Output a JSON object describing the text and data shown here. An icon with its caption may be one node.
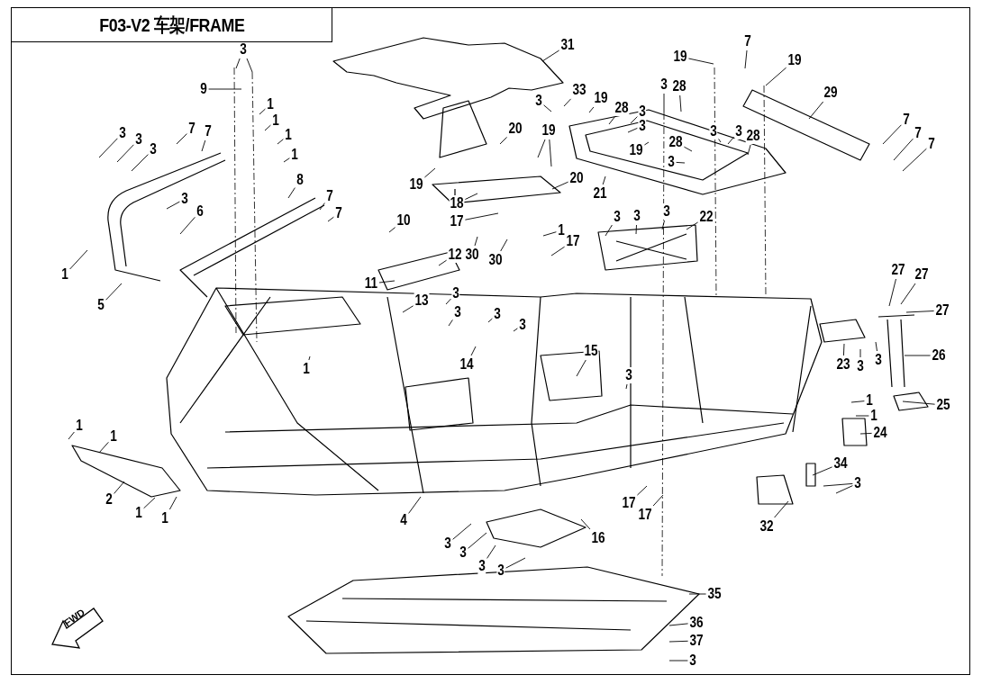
{
  "diagram": {
    "title": "F03-V2 车架/FRAME",
    "nodes": [
      {
        "text": [
          "3"
        ]
      },
      {
        "text": [
          "9"
        ]
      },
      {
        "text": [
          "31"
        ]
      },
      {
        "text": [
          "7"
        ]
      },
      {
        "text": [
          "19"
        ]
      },
      {
        "text": [
          "19"
        ]
      },
      {
        "text": [
          "7"
        ]
      },
      {
        "text": [
          "7"
        ]
      },
      {
        "text": [
          "3"
        ]
      },
      {
        "text": [
          "3"
        ]
      },
      {
        "text": [
          "3"
        ]
      },
      {
        "text": [
          "1"
        ]
      },
      {
        "text": [
          "1"
        ]
      },
      {
        "text": [
          "1"
        ]
      },
      {
        "text": [
          "1"
        ]
      },
      {
        "text": [
          "33"
        ]
      },
      {
        "text": [
          "3"
        ]
      },
      {
        "text": [
          "19"
        ]
      },
      {
        "text": [
          "3"
        ]
      },
      {
        "text": [
          "28"
        ]
      },
      {
        "text": [
          "28"
        ]
      },
      {
        "text": [
          "3"
        ]
      },
      {
        "text": [
          "3"
        ]
      },
      {
        "text": [
          "29"
        ]
      },
      {
        "text": [
          "3"
        ]
      },
      {
        "text": [
          "3"
        ]
      },
      {
        "text": [
          "28"
        ]
      },
      {
        "text": [
          "28"
        ]
      },
      {
        "text": [
          "3"
        ]
      },
      {
        "text": [
          "19"
        ]
      },
      {
        "text": [
          "7"
        ]
      },
      {
        "text": [
          "7"
        ]
      },
      {
        "text": [
          "7"
        ]
      },
      {
        "text": [
          "20"
        ]
      },
      {
        "text": [
          "19"
        ]
      },
      {
        "text": [
          "8"
        ]
      },
      {
        "text": [
          "3"
        ]
      },
      {
        "text": [
          "6"
        ]
      },
      {
        "text": [
          "7"
        ]
      },
      {
        "text": [
          "7"
        ]
      },
      {
        "text": [
          "19"
        ]
      },
      {
        "text": [
          "20"
        ]
      },
      {
        "text": [
          "18"
        ]
      },
      {
        "text": [
          "21"
        ]
      },
      {
        "text": [
          "17"
        ]
      },
      {
        "text": [
          "3"
        ]
      },
      {
        "text": [
          "3"
        ]
      },
      {
        "text": [
          "3"
        ]
      },
      {
        "text": [
          "22"
        ]
      },
      {
        "text": [
          "10"
        ]
      },
      {
        "text": [
          "1"
        ]
      },
      {
        "text": [
          "17"
        ]
      },
      {
        "text": [
          "30"
        ]
      },
      {
        "text": [
          "30"
        ]
      },
      {
        "text": [
          "12"
        ]
      },
      {
        "text": [
          "1"
        ]
      },
      {
        "text": [
          "11"
        ]
      },
      {
        "text": [
          "5"
        ]
      },
      {
        "text": [
          "13"
        ]
      },
      {
        "text": [
          "3"
        ]
      },
      {
        "text": [
          "3"
        ]
      },
      {
        "text": [
          "3"
        ]
      },
      {
        "text": [
          "3"
        ]
      },
      {
        "text": [
          "27"
        ]
      },
      {
        "text": [
          "27"
        ]
      },
      {
        "text": [
          "27"
        ]
      },
      {
        "text": [
          "15"
        ]
      },
      {
        "text": [
          "26"
        ]
      },
      {
        "text": [
          "23"
        ]
      },
      {
        "text": [
          "3"
        ]
      },
      {
        "text": [
          "3"
        ]
      },
      {
        "text": [
          "14"
        ]
      },
      {
        "text": [
          "1"
        ]
      },
      {
        "text": [
          "3"
        ]
      },
      {
        "text": [
          "1"
        ]
      },
      {
        "text": [
          "25"
        ]
      },
      {
        "text": [
          "1"
        ]
      },
      {
        "text": [
          "1"
        ]
      },
      {
        "text": [
          "1"
        ]
      },
      {
        "text": [
          "24"
        ]
      },
      {
        "text": [
          "34"
        ]
      },
      {
        "text": [
          "3"
        ]
      },
      {
        "text": [
          "2"
        ]
      },
      {
        "text": [
          "17"
        ]
      },
      {
        "text": [
          "1"
        ]
      },
      {
        "text": [
          "17"
        ]
      },
      {
        "text": [
          "1"
        ]
      },
      {
        "text": [
          "4"
        ]
      },
      {
        "text": [
          "32"
        ]
      },
      {
        "text": [
          "16"
        ]
      },
      {
        "text": [
          "3"
        ]
      },
      {
        "text": [
          "3"
        ]
      },
      {
        "text": [
          "3"
        ]
      },
      {
        "text": [
          "3"
        ]
      },
      {
        "text": [
          "35"
        ]
      },
      {
        "text": [
          "36"
        ]
      },
      {
        "text": [
          "37"
        ]
      },
      {
        "text": [
          "3"
        ]
      }
    ],
    "edges": [
      {
        "from": 0,
        "to": null,
        "arrow": "none"
      },
      {
        "from": 0,
        "to": null,
        "arrow": "none"
      },
      {
        "from": 1,
        "to": null,
        "arrow": "none"
      },
      {
        "from": 2,
        "to": null,
        "arrow": "none"
      },
      {
        "from": 3,
        "to": null,
        "arrow": "none"
      },
      {
        "from": 4,
        "to": null,
        "arrow": "none"
      },
      {
        "from": 5,
        "to": null,
        "arrow": "none"
      },
      {
        "from": 6,
        "to": null,
        "arrow": "none"
      },
      {
        "from": 7,
        "to": null,
        "arrow": "none"
      },
      {
        "from": 8,
        "to": null,
        "arrow": "none"
      },
      {
        "from": 9,
        "to": null,
        "arrow": "none"
      },
      {
        "from": 10,
        "to": null,
        "arrow": "none"
      },
      {
        "from": 11,
        "to": null,
        "arrow": "none"
      },
      {
        "from": 12,
        "to": null,
        "arrow": "none"
      },
      {
        "from": 13,
        "to": null,
        "arrow": "none"
      },
      {
        "from": 14,
        "to": null,
        "arrow": "none"
      },
      {
        "from": 15,
        "to": null,
        "arrow": "none"
      },
      {
        "from": 16,
        "to": null,
        "arrow": "none"
      },
      {
        "from": 17,
        "to": null,
        "arrow": "none"
      },
      {
        "from": 18,
        "to": null,
        "arrow": "none"
      },
      {
        "from": 19,
        "to": null,
        "arrow": "none"
      },
      {
        "from": 20,
        "to": null,
        "arrow": "none"
      },
      {
        "from": 21,
        "to": null,
        "arrow": "none"
      },
      {
        "from": 22,
        "to": null,
        "arrow": "none"
      },
      {
        "from": 23,
        "to": null,
        "arrow": "none"
      },
      {
        "from": 24,
        "to": null,
        "arrow": "none"
      },
      {
        "from": 25,
        "to": null,
        "arrow": "none"
      },
      {
        "from": 26,
        "to": null,
        "arrow": "none"
      },
      {
        "from": 27,
        "to": null,
        "arrow": "none"
      },
      {
        "from": 28,
        "to": null,
        "arrow": "none"
      },
      {
        "from": 29,
        "to": null,
        "arrow": "none"
      },
      {
        "from": 30,
        "to": null,
        "arrow": "none"
      },
      {
        "from": 31,
        "to": null,
        "arrow": "none"
      },
      {
        "from": 32,
        "to": null,
        "arrow": "none"
      },
      {
        "from": 33,
        "to": null,
        "arrow": "none"
      },
      {
        "from": 34,
        "to": null,
        "arrow": "none"
      },
      {
        "from": 34,
        "to": null,
        "arrow": "none"
      },
      {
        "from": 35,
        "to": null,
        "arrow": "none"
      },
      {
        "from": 36,
        "to": null,
        "arrow": "none"
      },
      {
        "from": 37,
        "to": null,
        "arrow": "none"
      },
      {
        "from": 38,
        "to": null,
        "arrow": "none"
      },
      {
        "from": 39,
        "to": null,
        "arrow": "none"
      },
      {
        "from": 40,
        "to": null,
        "arrow": "none"
      },
      {
        "from": 41,
        "to": null,
        "arrow": "none"
      },
      {
        "from": 42,
        "to": null,
        "arrow": "none"
      },
      {
        "from": 43,
        "to": null,
        "arrow": "none"
      },
      {
        "from": 44,
        "to": null,
        "arrow": "none"
      },
      {
        "from": 45,
        "to": null,
        "arrow": "none"
      },
      {
        "from": 46,
        "to": null,
        "arrow": "none"
      },
      {
        "from": 47,
        "to": null,
        "arrow": "none"
      },
      {
        "from": 48,
        "to": null,
        "arrow": "none"
      },
      {
        "from": 49,
        "to": null,
        "arrow": "none"
      },
      {
        "from": 50,
        "to": null,
        "arrow": "none"
      },
      {
        "from": 51,
        "to": null,
        "arrow": "none"
      },
      {
        "from": 52,
        "to": null,
        "arrow": "none"
      },
      {
        "from": 53,
        "to": null,
        "arrow": "none"
      },
      {
        "from": 54,
        "to": null,
        "arrow": "none"
      },
      {
        "from": 55,
        "to": null,
        "arrow": "none"
      },
      {
        "from": 56,
        "to": null,
        "arrow": "none"
      },
      {
        "from": 57,
        "to": null,
        "arrow": "none"
      },
      {
        "from": 58,
        "to": null,
        "arrow": "none"
      },
      {
        "from": 59,
        "to": null,
        "arrow": "none"
      },
      {
        "from": 60,
        "to": null,
        "arrow": "none"
      },
      {
        "from": 61,
        "to": null,
        "arrow": "none"
      },
      {
        "from": 62,
        "to": null,
        "arrow": "none"
      },
      {
        "from": 63,
        "to": null,
        "arrow": "none"
      },
      {
        "from": 64,
        "to": null,
        "arrow": "none"
      },
      {
        "from": 65,
        "to": null,
        "arrow": "none"
      },
      {
        "from": 66,
        "to": null,
        "arrow": "none"
      },
      {
        "from": 67,
        "to": null,
        "arrow": "none"
      },
      {
        "from": 68,
        "to": null,
        "arrow": "none"
      },
      {
        "from": 69,
        "to": null,
        "arrow": "none"
      },
      {
        "from": 70,
        "to": null,
        "arrow": "none"
      },
      {
        "from": 71,
        "to": null,
        "arrow": "none"
      },
      {
        "from": 72,
        "to": null,
        "arrow": "none"
      },
      {
        "from": 73,
        "to": null,
        "arrow": "none"
      },
      {
        "from": 74,
        "to": null,
        "arrow": "none"
      },
      {
        "from": 75,
        "to": null,
        "arrow": "none"
      },
      {
        "from": 76,
        "to": null,
        "arrow": "none"
      },
      {
        "from": 77,
        "to": null,
        "arrow": "none"
      },
      {
        "from": 78,
        "to": null,
        "arrow": "none"
      },
      {
        "from": 79,
        "to": null,
        "arrow": "none"
      },
      {
        "from": 80,
        "to": null,
        "arrow": "none"
      },
      {
        "from": 81,
        "to": null,
        "arrow": "none"
      },
      {
        "from": 81,
        "to": null,
        "arrow": "none"
      },
      {
        "from": 82,
        "to": null,
        "arrow": "none"
      },
      {
        "from": 83,
        "to": null,
        "arrow": "none"
      },
      {
        "from": 84,
        "to": null,
        "arrow": "none"
      },
      {
        "from": 85,
        "to": null,
        "arrow": "none"
      },
      {
        "from": 86,
        "to": null,
        "arrow": "none"
      },
      {
        "from": 87,
        "to": null,
        "arrow": "none"
      },
      {
        "from": 88,
        "to": null,
        "arrow": "none"
      },
      {
        "from": 89,
        "to": null,
        "arrow": "none"
      },
      {
        "from": 90,
        "to": null,
        "arrow": "none"
      },
      {
        "from": 91,
        "to": null,
        "arrow": "none"
      },
      {
        "from": 92,
        "to": null,
        "arrow": "none"
      },
      {
        "from": 93,
        "to": null,
        "arrow": "none"
      },
      {
        "from": 94,
        "to": null,
        "arrow": "none"
      },
      {
        "from": 95,
        "to": null,
        "arrow": "none"
      },
      {
        "from": 96,
        "to": null,
        "arrow": "none"
      },
      {
        "from": 97,
        "to": null,
        "arrow": "none"
      }
    ],
    "labels": [
      "FWD"
    ]
  }
}
